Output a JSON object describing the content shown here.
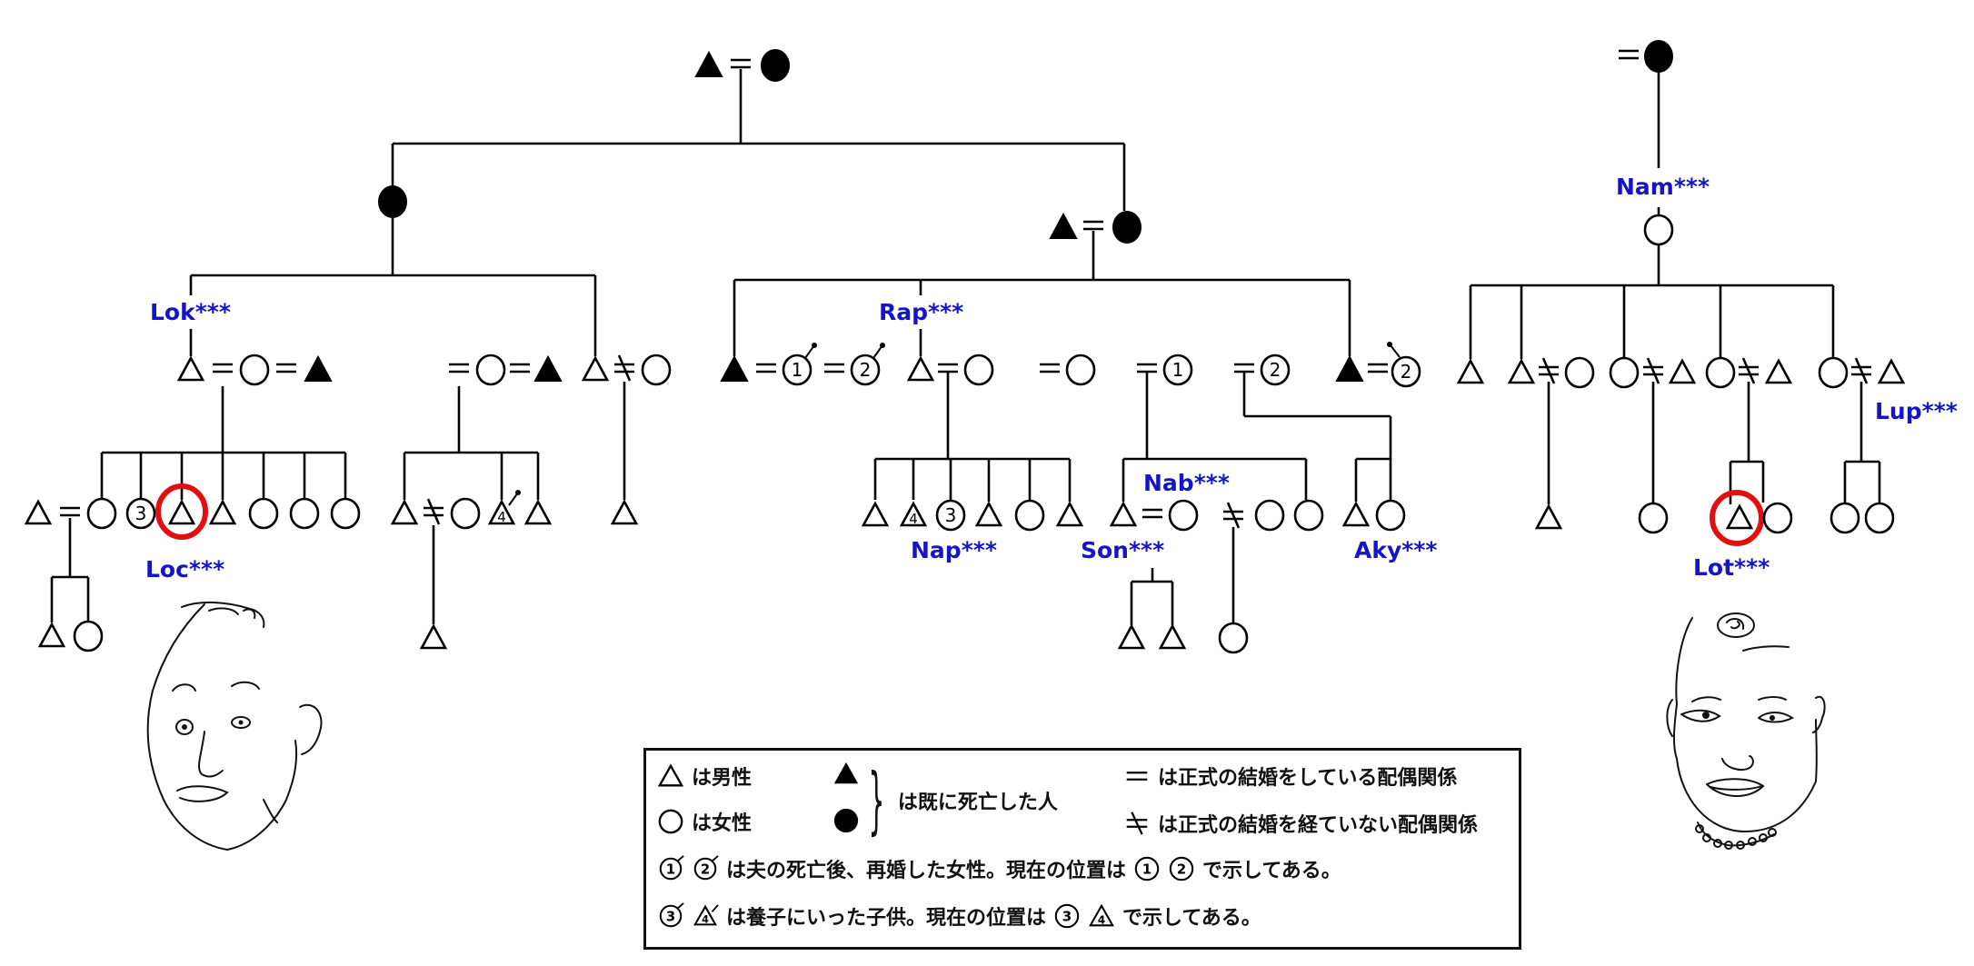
{
  "names": {
    "lok": "Lok***",
    "rap": "Rap***",
    "nam": "Nam***",
    "lup": "Lup***",
    "loc": "Loc***",
    "nap": "Nap***",
    "nab": "Nab***",
    "son": "Son***",
    "aky": "Aky***",
    "lot": "Lot***"
  },
  "markers": {
    "adopted_child_a": "3",
    "adopted_child_b": "4",
    "remarried_1": "1",
    "remarried_2": "2"
  },
  "highlight_color": "#e01010",
  "name_color": "#1414c8",
  "legend": {
    "male": "は男性",
    "female": "は女性",
    "deceased": "は既に死亡した人",
    "formal_marriage": "は正式の結婚をしている配偶関係",
    "informal_union": "は正式の結婚を経ていない配偶関係",
    "remarried_num_1": "1",
    "remarried_num_2": "2",
    "remarried_text": "は夫の死亡後、再婚した女性。現在の位置は",
    "remarried_suffix": "で示してある。",
    "adopted_num_3": "3",
    "adopted_num_4": "4",
    "adopted_text": "は養子にいった子供。現在の位置は",
    "adopted_suffix": "で示してある。"
  }
}
